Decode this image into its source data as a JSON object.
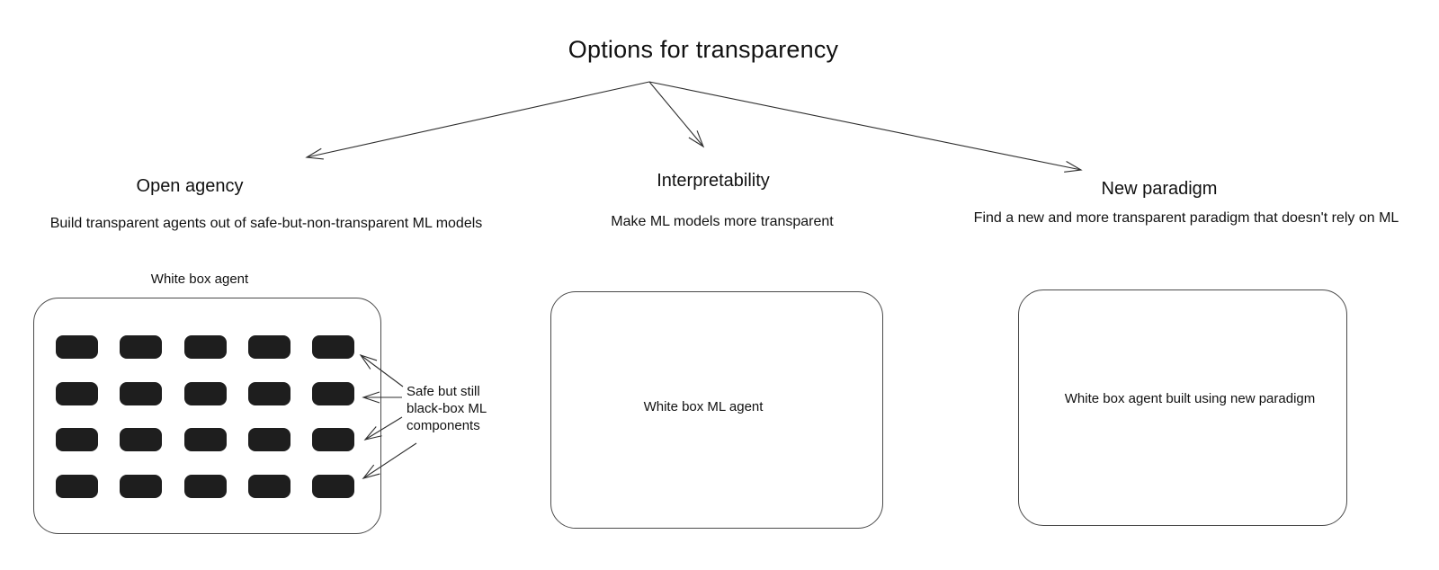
{
  "diagram": {
    "title": "Options for transparency",
    "branches": [
      {
        "id": "open-agency",
        "heading": "Open agency",
        "description": "Build transparent agents out of safe-but-non-transparent ML models",
        "box_title": "White box agent",
        "components": {
          "rows": 4,
          "columns": 5,
          "meaning": "black-box ML component blocks"
        }
      },
      {
        "id": "interpretability",
        "heading": "Interpretability",
        "description": "Make ML models more transparent",
        "box_label": "White box ML agent"
      },
      {
        "id": "new-paradigm",
        "heading": "New paradigm",
        "description": "Find a new and more transparent paradigm that doesn't rely on ML",
        "box_label": "White box agent built using new paradigm"
      }
    ],
    "annotation": {
      "lines": [
        "Safe but still",
        "black-box ML",
        "components"
      ]
    },
    "connections": [
      "title -> open-agency",
      "title -> interpretability",
      "title -> new-paradigm",
      "annotation -> component row 1",
      "annotation -> component row 2",
      "annotation -> component row 3",
      "annotation -> component row 4"
    ],
    "colors": {
      "ink": "#2e2e2e",
      "component_fill": "#1e1e1e",
      "box_border": "#4a4a4a",
      "background": "#ffffff",
      "text": "#111111"
    }
  }
}
